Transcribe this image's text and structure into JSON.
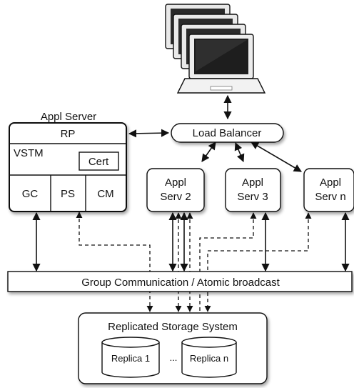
{
  "clients": {
    "icon": "stacked-laptops-icon",
    "count": 4
  },
  "load_balancer": {
    "label": "Load Balancer"
  },
  "appl_server": {
    "title": "Appl Server",
    "rp": "RP",
    "vstm": "VSTM",
    "cert": "Cert",
    "gc": "GC",
    "ps": "PS",
    "cm": "CM"
  },
  "replicas_servers": [
    {
      "line1": "Appl",
      "line2": "Serv 2"
    },
    {
      "line1": "Appl",
      "line2": "Serv 3"
    },
    {
      "line1": "Appl",
      "line2": "Serv n"
    }
  ],
  "group_comm": {
    "label": "Group Communication / Atomic broadcast"
  },
  "storage": {
    "title": "Replicated Storage System",
    "replica_first": "Replica 1",
    "ellipsis": "...",
    "replica_last": "Replica n"
  },
  "colors": {
    "stroke": "#111111",
    "fill": "#ffffff",
    "shadow": "#9a9a9a"
  }
}
